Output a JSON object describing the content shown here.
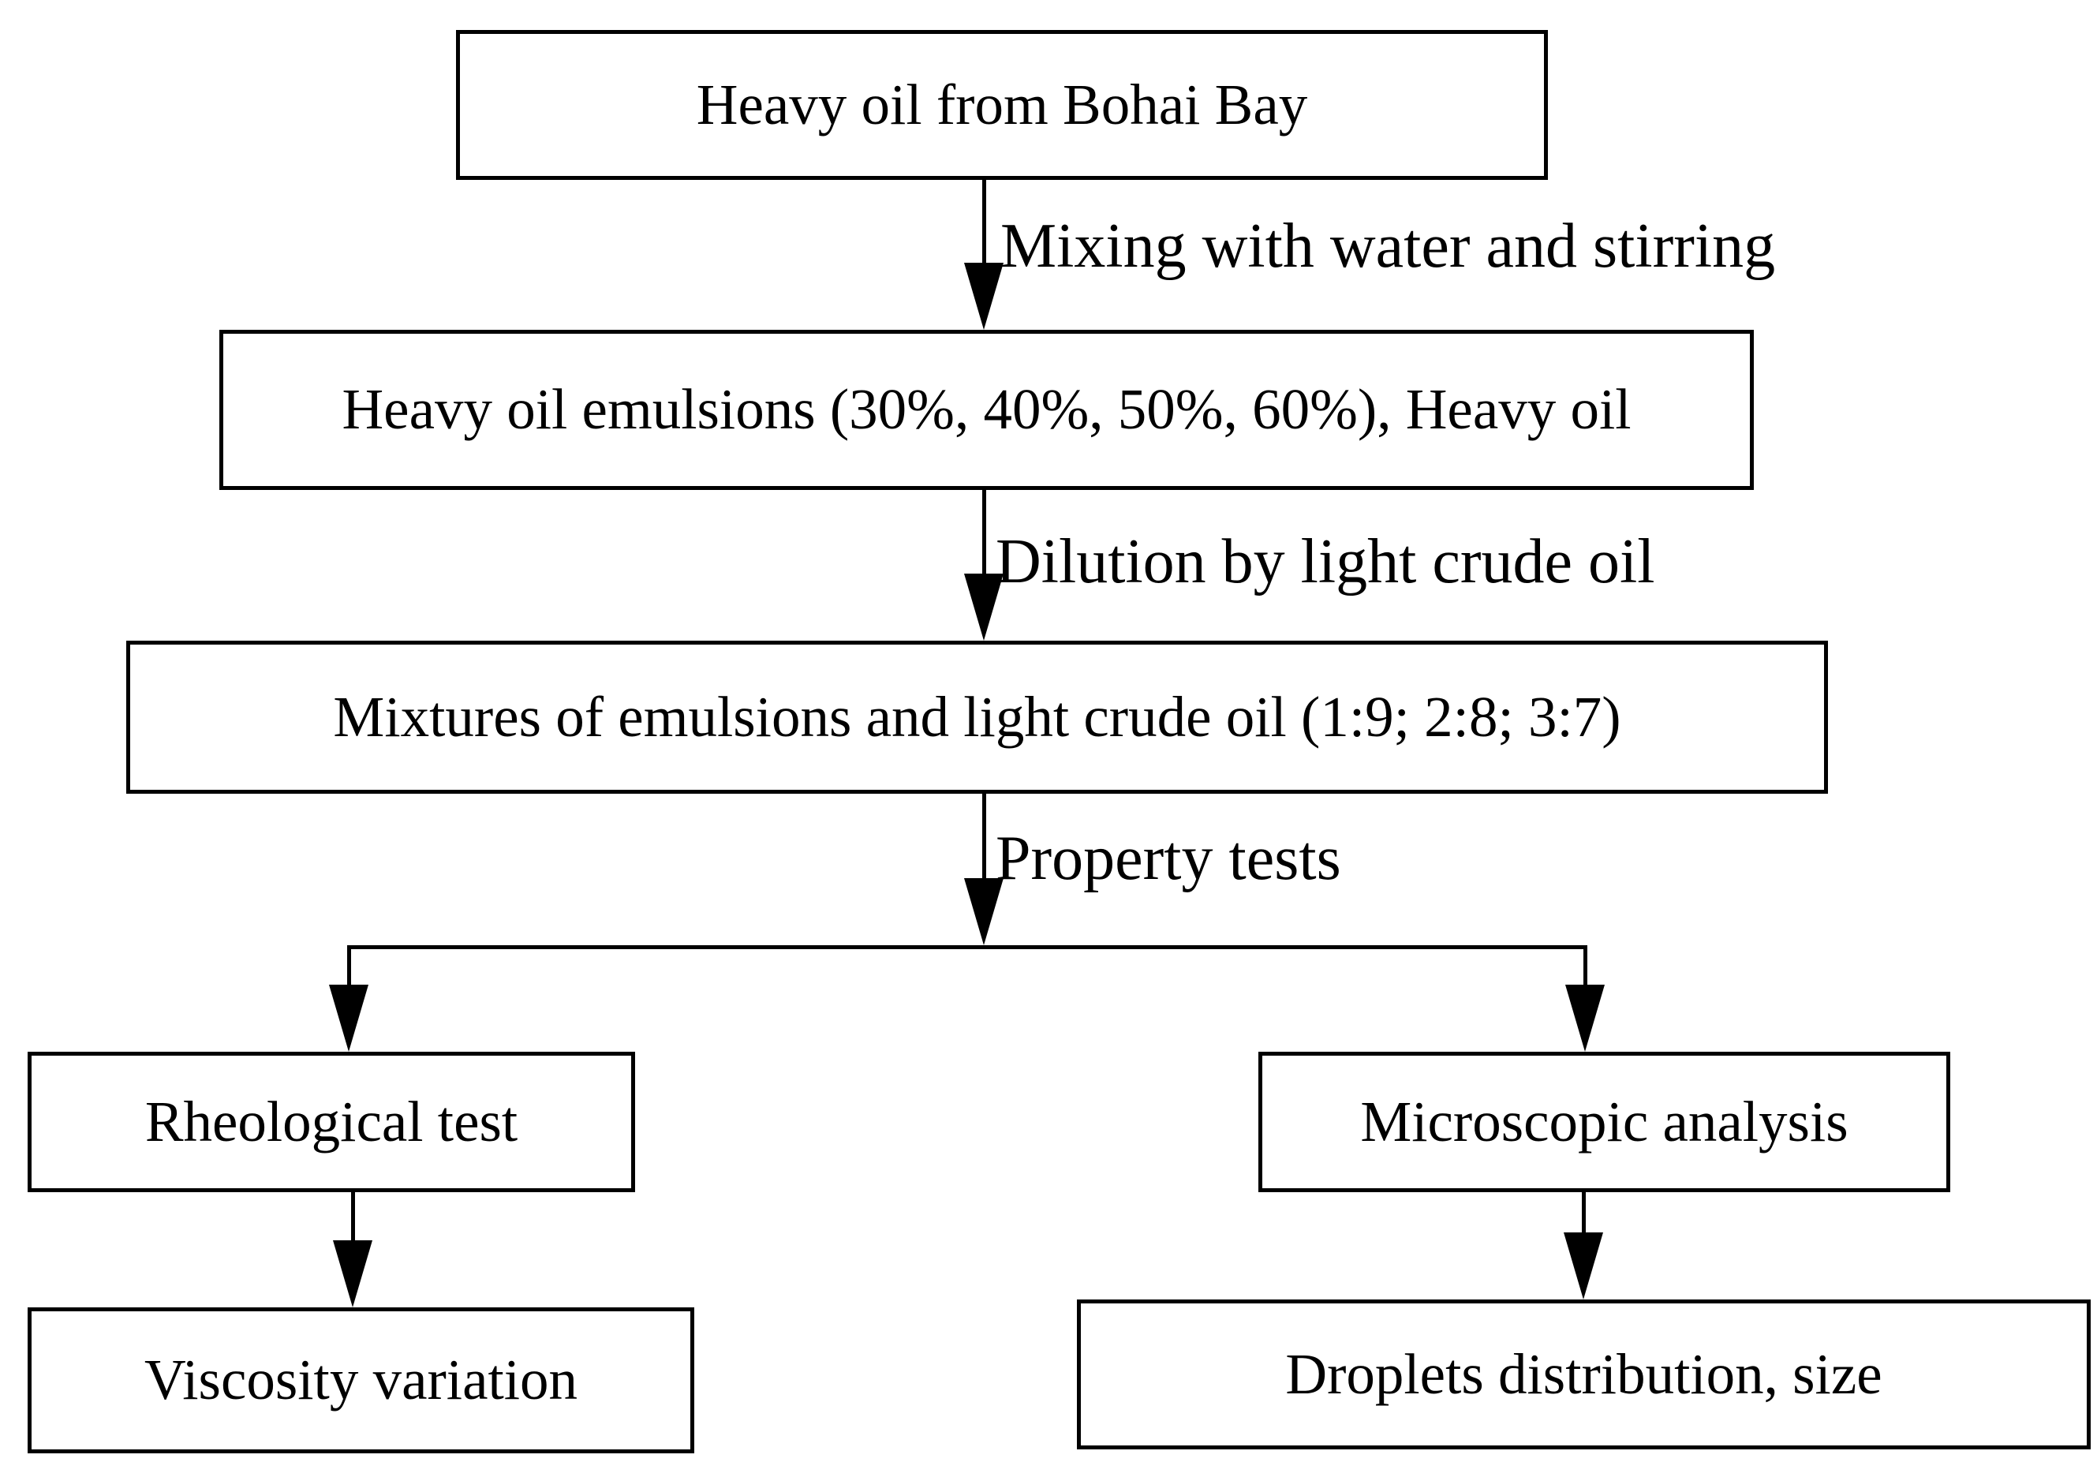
{
  "figure": {
    "type": "flowchart",
    "background_color": "#ffffff",
    "line_color": "#000000",
    "text_color": "#000000"
  },
  "nodes": {
    "source": {
      "label": "Heavy oil from Bohai Bay"
    },
    "emulsions": {
      "label": "Heavy oil emulsions (30%, 40%, 50%, 60%), Heavy oil"
    },
    "mixtures": {
      "label": "Mixtures of emulsions and light crude oil (1:9; 2:8; 3:7)"
    },
    "rheological": {
      "label": "Rheological test"
    },
    "viscosity": {
      "label": "Viscosity variation"
    },
    "microscopic": {
      "label": "Microscopic analysis"
    },
    "droplets": {
      "label": "Droplets distribution, size"
    }
  },
  "edges": {
    "mixing": {
      "label": "Mixing with water and stirring"
    },
    "dilution": {
      "label": "Dilution by light crude oil"
    },
    "property": {
      "label": "Property tests"
    }
  }
}
